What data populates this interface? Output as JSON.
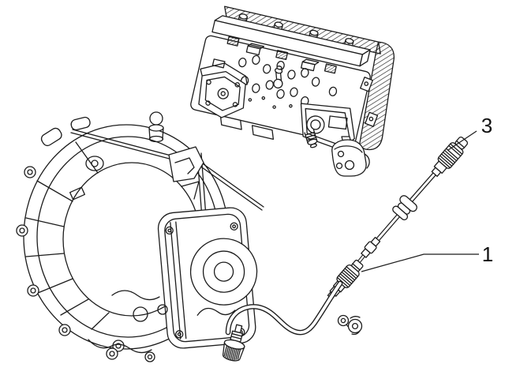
{
  "page": {
    "background_color": "#ffffff",
    "line_color": "#1c1c1c"
  },
  "diagram": {
    "style": "black-and-white exploded parts line drawing",
    "components": [
      {
        "name": "instrument-cluster"
      },
      {
        "name": "instrument-mounting-bracket"
      },
      {
        "name": "gearbox-bell-housing"
      },
      {
        "name": "speedometer-cable-upper-section"
      },
      {
        "name": "speedometer-cable-lower-section"
      },
      {
        "name": "speedometer-drive-end"
      },
      {
        "name": "cable-retaining-clip"
      }
    ],
    "callouts": [
      {
        "label": "3",
        "points_to": "speedometer-cable-upper-connector"
      },
      {
        "label": "1",
        "points_to": "speedometer-cable-lower-section"
      }
    ]
  }
}
